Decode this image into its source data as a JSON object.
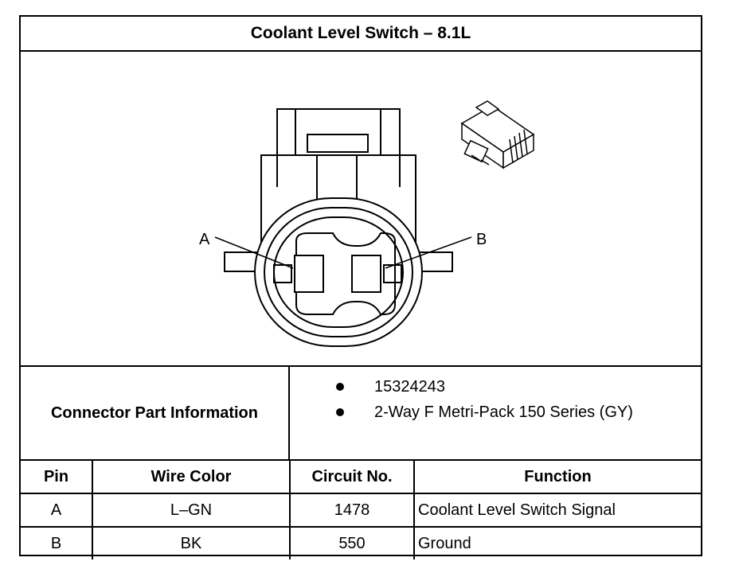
{
  "title": "Coolant Level Switch – 8.1L",
  "diagram": {
    "label_a": "A",
    "label_b": "B"
  },
  "connector_info": {
    "label": "Connector Part Information",
    "items": [
      "15324243",
      "2-Way F Metri-Pack 150 Series (GY)"
    ]
  },
  "pin_table": {
    "headers": [
      "Pin",
      "Wire Color",
      "Circuit No.",
      "Function"
    ],
    "rows": [
      [
        "A",
        "L–GN",
        "1478",
        "Coolant Level Switch Signal"
      ],
      [
        "B",
        "BK",
        "550",
        "Ground"
      ]
    ]
  }
}
